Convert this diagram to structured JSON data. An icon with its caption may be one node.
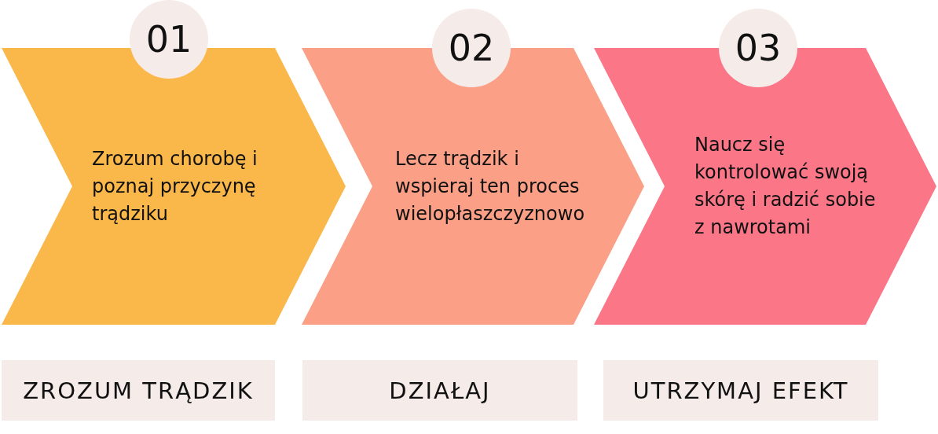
{
  "diagram": {
    "nodes": [
      {
        "text": [
          "01"
        ]
      },
      {
        "text": [
          "Zrozum chorobę i poznaj przyczynę trądziku"
        ]
      },
      {
        "text": [
          "02"
        ]
      },
      {
        "text": [
          "Lecz trądzik i wspieraj ten proces wielopłaszczyznowo"
        ]
      },
      {
        "text": [
          "03"
        ]
      },
      {
        "text": [
          "Naucz się kontrolować swoją skórę i radzić sobie z nawrotami"
        ]
      },
      {
        "text": [
          "ZROZUM TRĄDZIK"
        ]
      },
      {
        "text": [
          "DZIAŁAJ"
        ]
      },
      {
        "text": [
          "UTRZYMAJ EFEKT"
        ]
      }
    ]
  }
}
